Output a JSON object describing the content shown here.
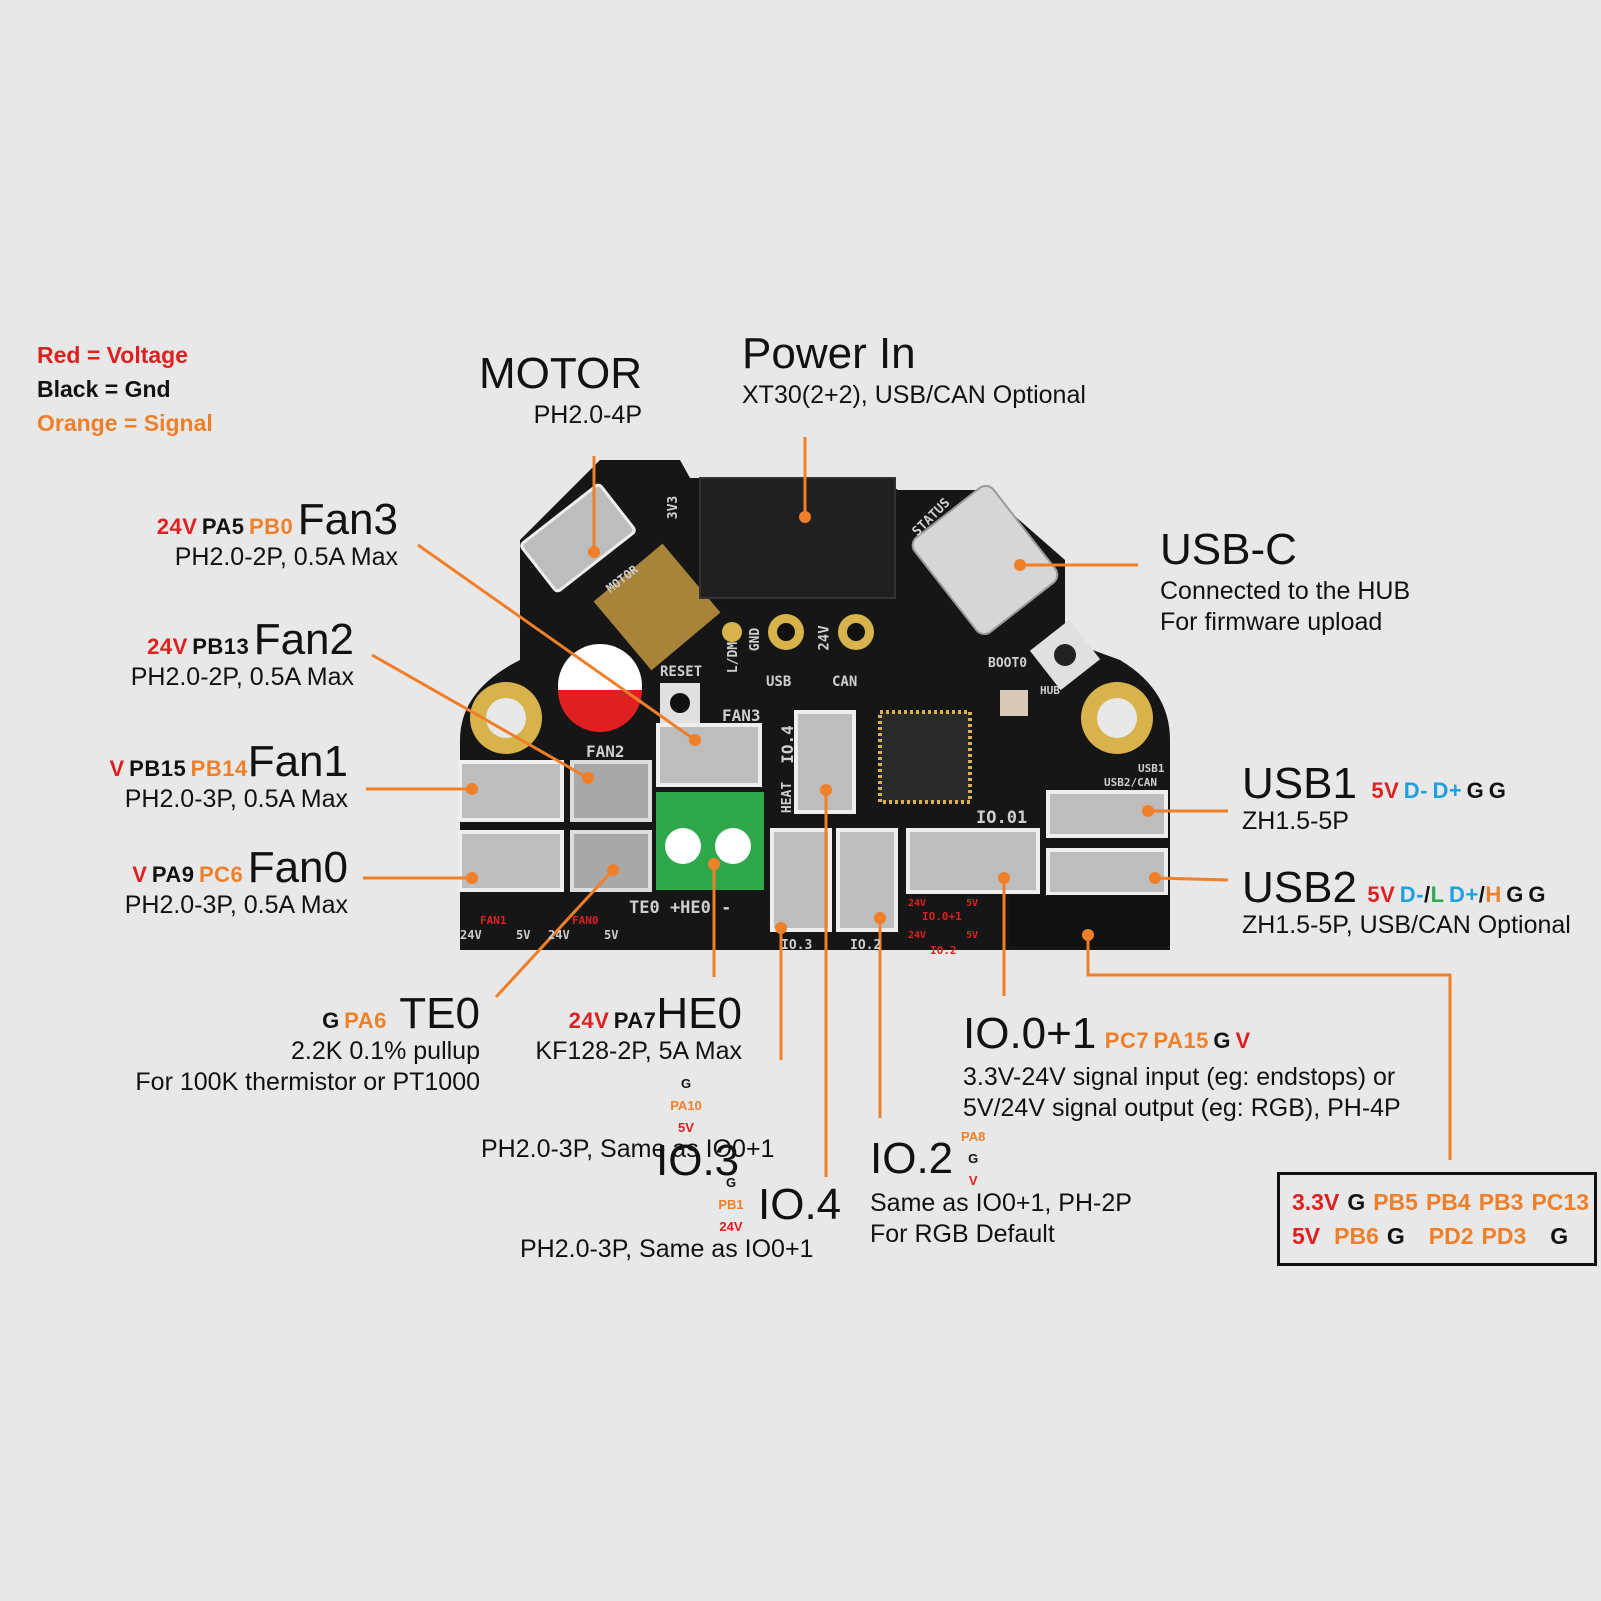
{
  "legend": {
    "voltage": "Red = Voltage",
    "gnd": "Black = Gnd",
    "signal": "Orange = Signal"
  },
  "colors": {
    "voltage": "#e02020",
    "ground": "#111111",
    "signal": "#f07f2a",
    "usb_data": "#1e9fe0",
    "can_low": "#2ea84a",
    "leader_line": "#f07f2a",
    "background": "#e8e8e8",
    "pcb": "#161616"
  },
  "motor": {
    "title": "MOTOR",
    "spec": "PH2.0-4P"
  },
  "power": {
    "title": "Power In",
    "spec": "XT30(2+2), USB/CAN Optional"
  },
  "usbc": {
    "title": "USB-C",
    "line1": "Connected to the HUB",
    "line2": "For firmware upload"
  },
  "fan3": {
    "v": "24V",
    "g": "PA5",
    "s": "PB0",
    "title": "Fan3",
    "spec": "PH2.0-2P, 0.5A Max"
  },
  "fan2": {
    "v": "24V",
    "g": "PB13",
    "title": "Fan2",
    "spec": "PH2.0-2P, 0.5A Max"
  },
  "fan1": {
    "v": "V",
    "g": "PB15",
    "s": "PB14",
    "title": "Fan1",
    "spec": "PH2.0-3P, 0.5A Max"
  },
  "fan0": {
    "v": "V",
    "g": "PA9",
    "s": "PC6",
    "title": "Fan0",
    "spec": "PH2.0-3P, 0.5A Max"
  },
  "usb1": {
    "title": "USB1",
    "pins": [
      "5V",
      "D-",
      "D+",
      "G",
      "G"
    ],
    "spec": "ZH1.5-5P"
  },
  "usb2": {
    "title": "USB2",
    "pins": {
      "v": "5V",
      "dm": "D-",
      "l": "L",
      "dp": "D+",
      "h": "H",
      "g1": "G",
      "g2": "G",
      "slash": "/"
    },
    "spec": "ZH1.5-5P, USB/CAN Optional"
  },
  "te0": {
    "g": "G",
    "s": "PA6",
    "title": "TE0",
    "line1": "2.2K 0.1% pullup",
    "line2": "For 100K thermistor or PT1000"
  },
  "he0": {
    "v": "24V",
    "g": "PA7",
    "title": "HE0",
    "spec": "KF128-2P, 5A Max"
  },
  "io01": {
    "title": "IO.0+1",
    "pins": [
      "PC7",
      "PA15",
      "G",
      "V"
    ],
    "line1": "3.3V-24V signal input (eg: endstops) or",
    "line2": "5V/24V signal output (eg: RGB), PH-4P"
  },
  "io3": {
    "pins": [
      "G",
      "PA10",
      "5V"
    ],
    "title": "IO.3",
    "spec": "PH2.0-3P, Same as IO0+1"
  },
  "io4": {
    "pins": [
      "G",
      "PB1",
      "24V"
    ],
    "title": "IO.4",
    "spec": "PH2.0-3P, Same as IO0+1"
  },
  "io2": {
    "pins": [
      "PA8",
      "G",
      "V"
    ],
    "title": "IO.2",
    "line1": "Same as IO0+1, PH-2P",
    "line2": "For RGB Default"
  },
  "header": {
    "row1": [
      {
        "t": "3.3V",
        "c": "r"
      },
      {
        "t": "G",
        "c": "k"
      },
      {
        "t": "PB5",
        "c": "o"
      },
      {
        "t": "PB4",
        "c": "o"
      },
      {
        "t": "PB3",
        "c": "o"
      },
      {
        "t": "PC13",
        "c": "o"
      }
    ],
    "row2": [
      {
        "t": "5V",
        "c": "r"
      },
      {
        "t": "PB6",
        "c": "o"
      },
      {
        "t": "G",
        "c": "k"
      },
      {
        "t": "PD2",
        "c": "o"
      },
      {
        "t": "PD3",
        "c": "o"
      },
      {
        "t": "G",
        "c": "k"
      }
    ]
  },
  "silk": {
    "v3v3": "3V3",
    "motor": "MOTOR",
    "status": "STATUS",
    "ldm": "L/DM",
    "gnd": "GND",
    "v24": "24V",
    "reset": "RESET",
    "usb": "USB",
    "can": "CAN",
    "boot0": "BOOT0",
    "hub": "HUB",
    "usb1": "USB1",
    "usb2can": "USB2/CAN",
    "fan3": "FAN3",
    "fan2": "FAN2",
    "io4": "IO.4",
    "heat": "HEAT",
    "io01": "IO.01",
    "te0he0": "TE0 +HE0 -",
    "io3": "IO.3",
    "io2": "IO.2",
    "fan1": "FAN1",
    "fan0": "FAN0",
    "f24a": "24V",
    "f5a": "5V",
    "f24b": "24V",
    "f5b": "5V",
    "h24": "24V",
    "h5": "5V",
    "hio01": "IO.0+1",
    "h24b": "24V",
    "h5b": "5V",
    "hio2": "IO.2"
  }
}
